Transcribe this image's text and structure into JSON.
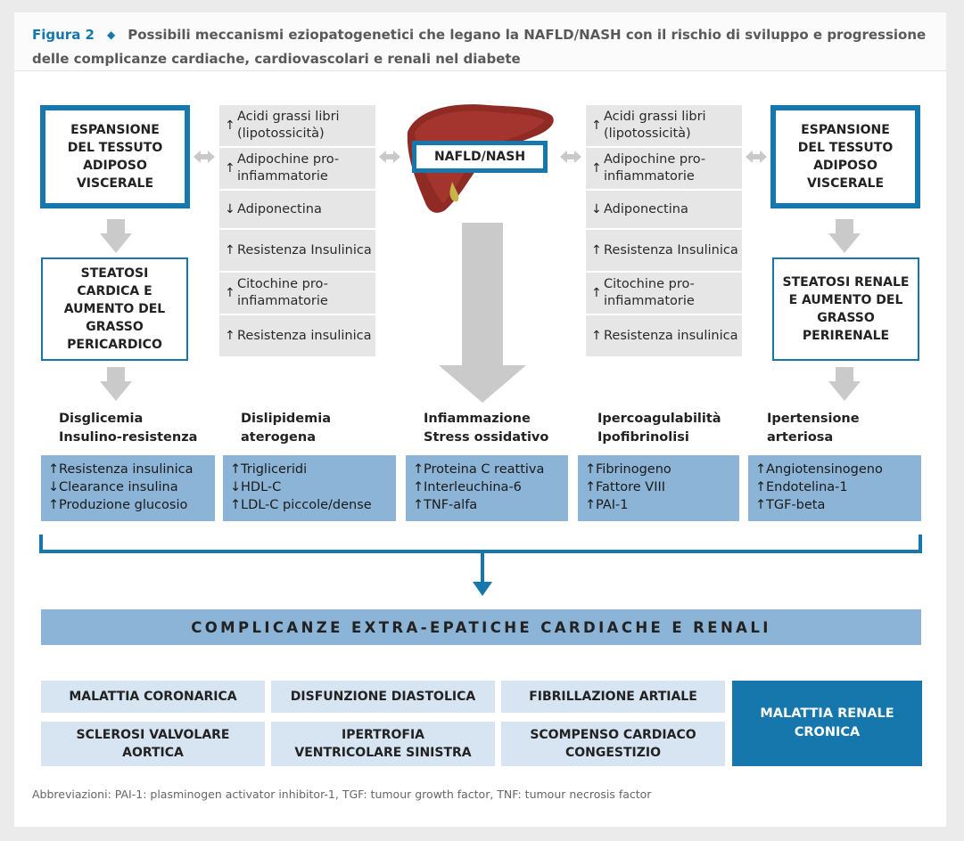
{
  "header": {
    "figure_label": "Figura 2",
    "diamond": "◆",
    "title": "Possibili meccanismi eziopatogenetici che legano la NAFLD/NASH con il rischio di sviluppo e progressione delle complicanze cardiache, cardiovascolari e renali nel diabete"
  },
  "left": {
    "top_box": "ESPANSIONE DEL TESSUTO ADIPOSO VISCERALE",
    "mid_box": "STEATOSI CARDICA E AUMENTO DEL GRASSO PERICARDICO"
  },
  "right": {
    "top_box": "ESPANSIONE DEL TESSUTO ADIPOSO VISCERALE",
    "mid_box": "STEATOSI RENALE E AUMENTO DEL GRASSO PERIRENALE"
  },
  "center": {
    "label": "NAFLD/NASH",
    "liver_icon": "liver-icon"
  },
  "factors_left": [
    {
      "arrow": "↑",
      "text": "Acidi grassi libri (lipotossicità)"
    },
    {
      "arrow": "↑",
      "text": "Adipochine pro-infiammatorie"
    },
    {
      "arrow": "↓",
      "text": "Adiponectina"
    },
    {
      "arrow": "↑",
      "text": "Resistenza Insulinica"
    },
    {
      "arrow": "↑",
      "text": "Citochine pro-infiammatorie"
    },
    {
      "arrow": "↑",
      "text": "Resistenza insulinica"
    }
  ],
  "factors_right": [
    {
      "arrow": "↑",
      "text": "Acidi grassi libri (lipotossicità)"
    },
    {
      "arrow": "↑",
      "text": "Adipochine pro-infiammatorie"
    },
    {
      "arrow": "↓",
      "text": "Adiponectina"
    },
    {
      "arrow": "↑",
      "text": "Resistenza Insulinica"
    },
    {
      "arrow": "↑",
      "text": "Citochine pro-infiammatorie"
    },
    {
      "arrow": "↑",
      "text": "Resistenza insulinica"
    }
  ],
  "mechanisms": [
    {
      "title": "Disglicemia Insulino-resistenza",
      "items": [
        {
          "arrow": "↑",
          "text": "Resistenza insulinica"
        },
        {
          "arrow": "↓",
          "text": "Clearance insulina"
        },
        {
          "arrow": "↑",
          "text": "Produzione glucosio"
        }
      ]
    },
    {
      "title": "Dislipidemia aterogena",
      "items": [
        {
          "arrow": "↑",
          "text": "Trigliceridi"
        },
        {
          "arrow": "↓",
          "text": "HDL-C"
        },
        {
          "arrow": "↑",
          "text": "LDL-C piccole/dense"
        }
      ]
    },
    {
      "title": "Infiammazione Stress ossidativo",
      "items": [
        {
          "arrow": "↑",
          "text": "Proteina C reattiva"
        },
        {
          "arrow": "↑",
          "text": "Interleuchina-6"
        },
        {
          "arrow": "↑",
          "text": "TNF-alfa"
        }
      ]
    },
    {
      "title": "Ipercoagulabilità Ipofibrinolisi",
      "items": [
        {
          "arrow": "↑",
          "text": "Fibrinogeno"
        },
        {
          "arrow": "↑",
          "text": "Fattore VIII"
        },
        {
          "arrow": "↑",
          "text": "PAI-1"
        }
      ]
    },
    {
      "title": "Ipertensione arteriosa",
      "items": [
        {
          "arrow": "↑",
          "text": "Angiotensinogeno"
        },
        {
          "arrow": "↑",
          "text": "Endotelina-1"
        },
        {
          "arrow": "↑",
          "text": "TGF-beta"
        }
      ]
    }
  ],
  "complications_title": "COMPLICANZE EXTRA-EPATICHE CARDIACHE E RENALI",
  "outcomes": [
    "MALATTIA CORONARICA",
    "DISFUNZIONE DIASTOLICA",
    "FIBRILLAZIONE ARTIALE",
    "SCLEROSI VALVOLARE AORTICA",
    "IPERTROFIA VENTRICOLARE SINISTRA",
    "SCOMPENSO CARDIACO CONGESTIZIO"
  ],
  "outcome_highlight": "MALATTIA RENALE CRONICA",
  "footer": "Abbreviazioni: PAI-1: plasminogen activator inhibitor-1, TGF: tumour growth factor, TNF: tumour necrosis factor",
  "colors": {
    "accent": "#1677ad",
    "light_blue": "#8bb4d6",
    "pale_blue": "#d7e4f2",
    "grey": "#e6e6e6"
  }
}
